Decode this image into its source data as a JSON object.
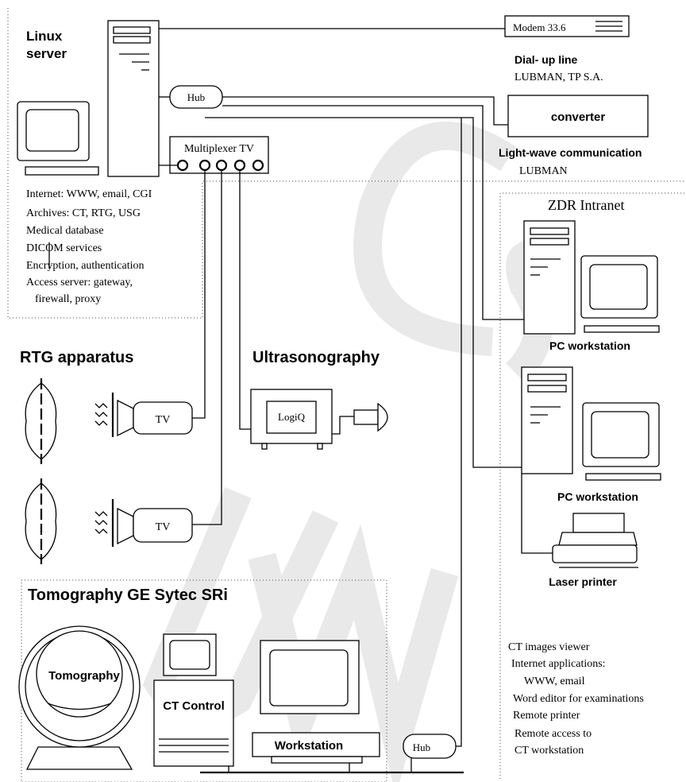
{
  "watermark": "UMCS",
  "server": {
    "title_line1": "Linux",
    "title_line2": "server",
    "hub_label": "Hub",
    "multiplexer_label": "Multiplexer TV",
    "services": [
      "Internet: WWW, email, CGI",
      "Archives: CT, RTG, USG",
      "Medical database",
      "DICOM services",
      "Encryption, authentication",
      "Access server: gateway,",
      "firewall, proxy"
    ]
  },
  "modem": {
    "label": "Modem 33.6",
    "line_title": "Dial- up  line",
    "line_provider": "LUBMAN, TP S.A."
  },
  "converter": {
    "label": "converter",
    "caption_title": "Light-wave communication",
    "caption_provider": "LUBMAN"
  },
  "intranet": {
    "title": "ZDR Intranet",
    "workstation1_label": "PC workstation",
    "workstation2_label": "PC workstation",
    "printer_label": "Laser printer",
    "features": [
      "CT images viewer",
      "Internet applications:",
      "WWW, email",
      "Word editor for examinations",
      "Remote printer",
      "Remote access to",
      "CT workstation"
    ]
  },
  "rtg": {
    "title": "RTG apparatus",
    "tv1_label": "TV",
    "tv2_label": "TV"
  },
  "ultrasound": {
    "title": "Ultrasonography",
    "device_label": "LogiQ"
  },
  "tomography": {
    "title": "Tomography GE Sytec SRi",
    "gantry_label": "Tomography",
    "control_label": "CT Control",
    "workstation_label": "Workstation",
    "hub_label": "Hub"
  }
}
